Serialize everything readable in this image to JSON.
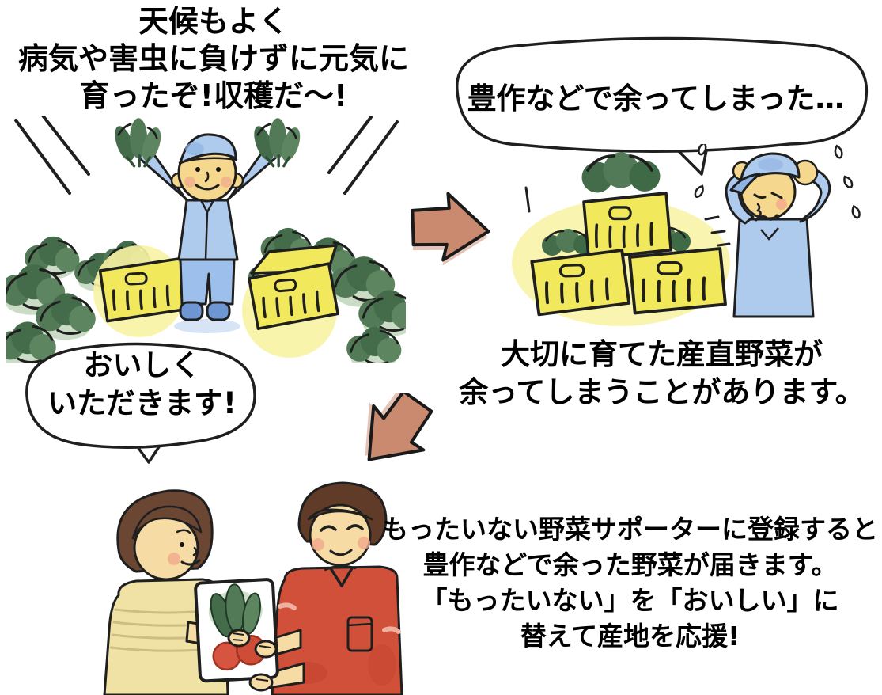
{
  "canvas": {
    "background": "#ffffff"
  },
  "panels": {
    "harvest": {
      "narration": [
        "天候もよく",
        "病気や害虫に負けずに元気に",
        "育ったぞ!収穫だ〜!"
      ]
    },
    "surplus": {
      "bubble": "豊作などで余ってしまった…",
      "caption": [
        "大切に育てた産直野菜が",
        "余ってしまうことがあります。"
      ]
    },
    "supporter": {
      "bubble": [
        "おいしく",
        "いただきます!"
      ],
      "caption": [
        "もったいない野菜サポーターに登録すると",
        "豊作などで余った野菜が届きます。",
        "「もったいない」を「おいしい」に",
        "替えて産地を応援!"
      ]
    }
  },
  "icons": {
    "arrow_right": "arrow-right-icon",
    "arrow_down_left": "arrow-down-left-icon",
    "sweat_drop": "sweat-drop-icon",
    "speech_bubble": "speech-bubble-shape"
  },
  "colors": {
    "outline": "#1f1f1f",
    "text": "#000000",
    "arrow": "#c98a6f",
    "crate_yellow": "#f1e85c",
    "crate_glow": "#f8f3a3",
    "leaf_dark": "#446c4a",
    "leaf_mid": "#527a57",
    "leaf_light": "#9fbf95",
    "workwear_blue": "#aecbee",
    "workwear_blue_shade": "#8fb3e2",
    "boots_blue": "#6e96d2",
    "skin": "#f5d78d",
    "skin_light": "#f6dca4",
    "cheek": "#f2a98c",
    "hair_brown": "#6b4733",
    "hair_dark_brown": "#5f3b28",
    "shirt_red": "#d0503a",
    "shirt_yellow": "#efe2a4",
    "tomato_red": "#d75540",
    "bubble_bg": "#ffffff"
  }
}
